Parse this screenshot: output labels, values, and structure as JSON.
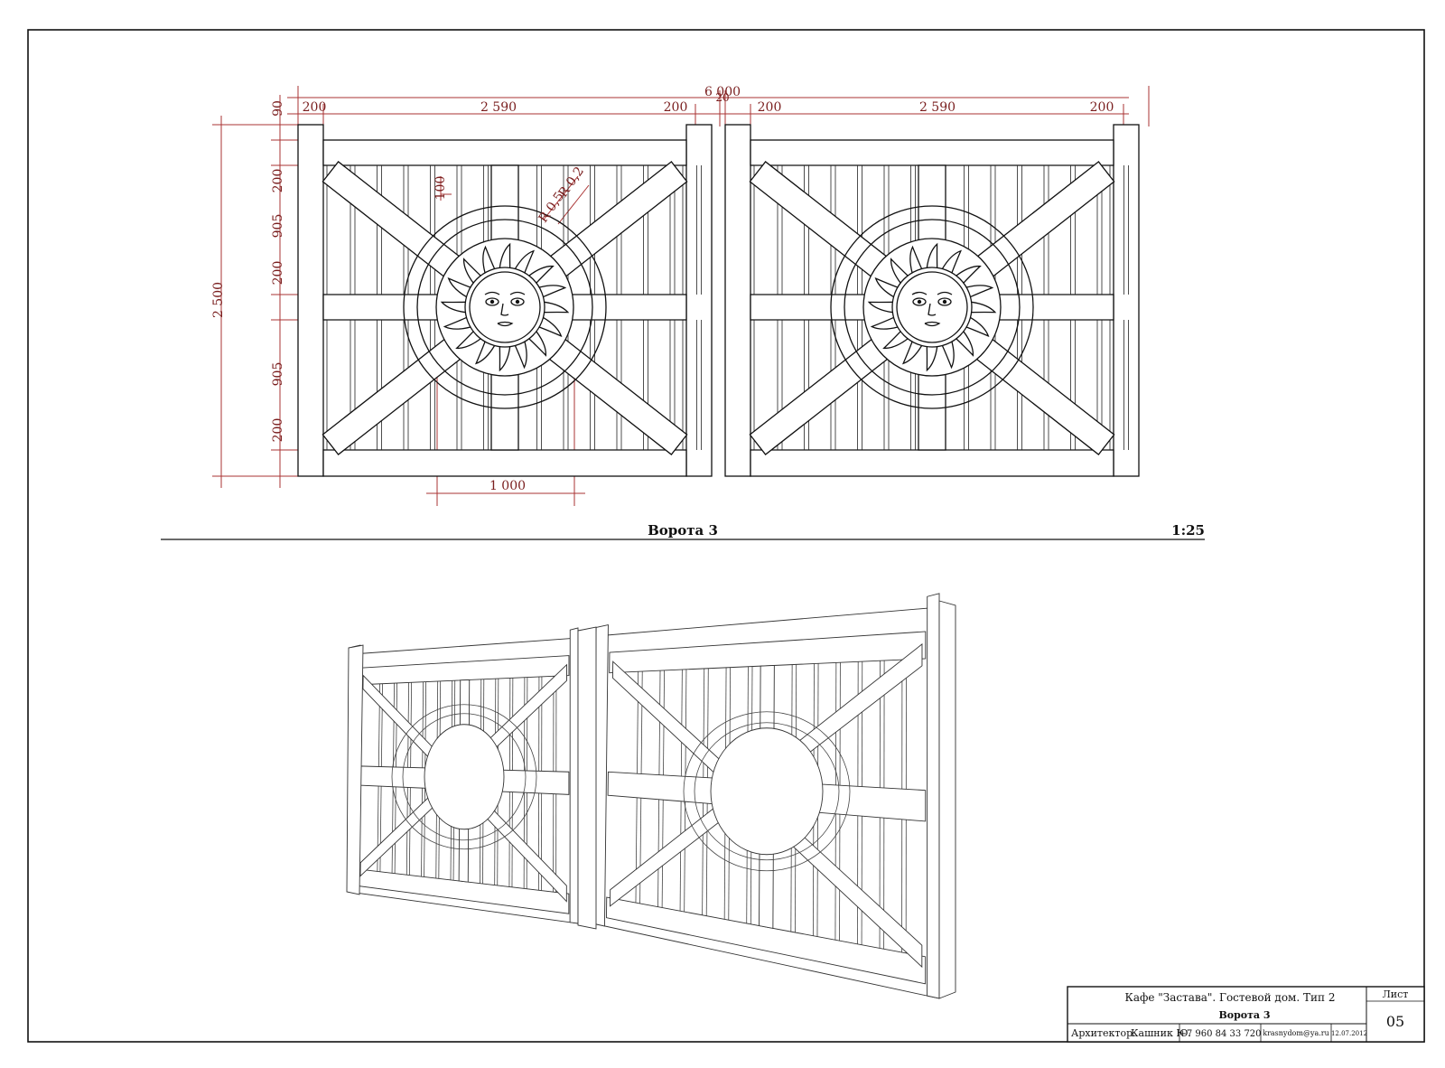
{
  "drawing": {
    "dims": {
      "overall_width": "6 000",
      "gap": "20",
      "post_left": "200",
      "panel_width": "2 590",
      "post_right": "200",
      "top_offset": "90",
      "overall_height": "2 500",
      "rail_top": "200",
      "field_upper": "905",
      "rail_mid": "200",
      "field_lower": "905",
      "rail_bottom": "200",
      "bar_width": "100",
      "radius_inner": "R 0,5",
      "radius_outer": "R 0,2",
      "disk_width": "1 000"
    },
    "view_title": "Ворота 3",
    "scale": "1:25"
  },
  "title_block": {
    "project": "Кафе \"Застава\". Гостевой дом. Тип 2",
    "sheet_title": "Ворота 3",
    "role_label": "Архитектор:",
    "architect": "Кашник Ю.",
    "phone": "+7 960 84 33 720",
    "email": "krasnydom@ya.ru",
    "date": "12.07.2012",
    "sheet_label": "Лист",
    "sheet_number": "05"
  }
}
